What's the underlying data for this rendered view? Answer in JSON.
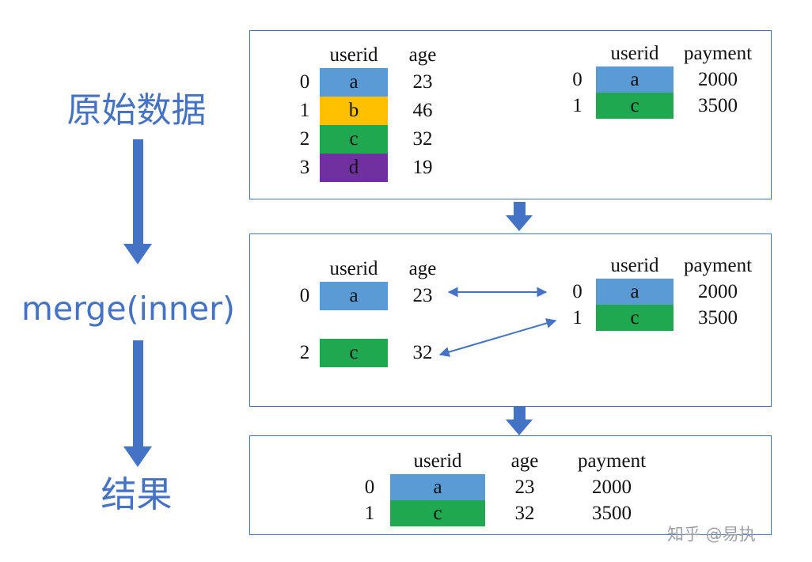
{
  "colors": {
    "accent": "#4472c4",
    "cell-blue": "#5b9bd5",
    "cell-gold": "#ffc000",
    "cell-green": "#1fa84f",
    "cell-purple": "#7030a0",
    "watermark": "#9aa0a6"
  },
  "left_labels": {
    "original": "原始数据",
    "merge": "merge(inner)",
    "result": "结果"
  },
  "watermark": "知乎 @易执",
  "original": {
    "users": {
      "headers": {
        "userid": "userid",
        "age": "age"
      },
      "rows": [
        {
          "index": "0",
          "userid": "a",
          "age": "23",
          "color": "#5b9bd5"
        },
        {
          "index": "1",
          "userid": "b",
          "age": "46",
          "color": "#ffc000"
        },
        {
          "index": "2",
          "userid": "c",
          "age": "32",
          "color": "#1fa84f"
        },
        {
          "index": "3",
          "userid": "d",
          "age": "19",
          "color": "#7030a0"
        }
      ]
    },
    "payments": {
      "headers": {
        "userid": "userid",
        "payment": "payment"
      },
      "rows": [
        {
          "index": "0",
          "userid": "a",
          "payment": "2000",
          "color": "#5b9bd5"
        },
        {
          "index": "1",
          "userid": "c",
          "payment": "3500",
          "color": "#1fa84f"
        }
      ]
    }
  },
  "merged": {
    "users": {
      "headers": {
        "userid": "userid",
        "age": "age"
      },
      "rows": [
        {
          "index": "0",
          "userid": "a",
          "age": "23",
          "color": "#5b9bd5"
        },
        {
          "index": "2",
          "userid": "c",
          "age": "32",
          "color": "#1fa84f"
        }
      ]
    },
    "payments": {
      "headers": {
        "userid": "userid",
        "payment": "payment"
      },
      "rows": [
        {
          "index": "0",
          "userid": "a",
          "payment": "2000",
          "color": "#5b9bd5"
        },
        {
          "index": "1",
          "userid": "c",
          "payment": "3500",
          "color": "#1fa84f"
        }
      ]
    }
  },
  "result": {
    "headers": {
      "userid": "userid",
      "age": "age",
      "payment": "payment"
    },
    "rows": [
      {
        "index": "0",
        "userid": "a",
        "age": "23",
        "payment": "2000",
        "color": "#5b9bd5"
      },
      {
        "index": "1",
        "userid": "c",
        "age": "32",
        "payment": "3500",
        "color": "#1fa84f"
      }
    ]
  }
}
